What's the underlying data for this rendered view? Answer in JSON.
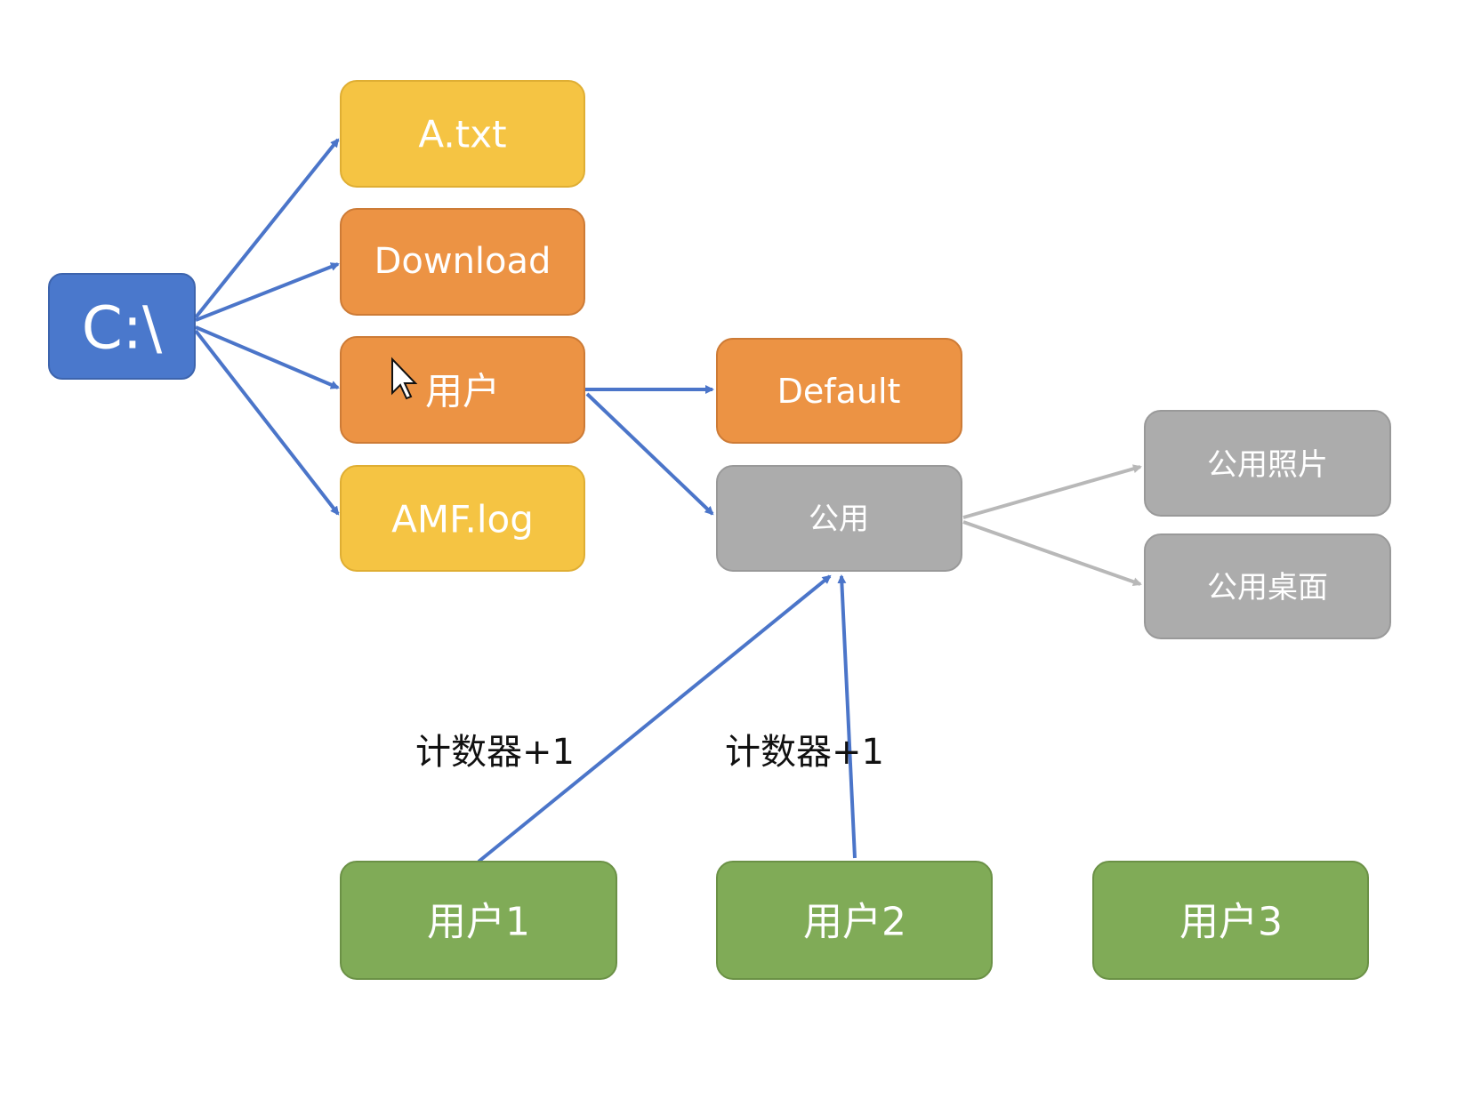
{
  "colors": {
    "root": "#4a78cc",
    "file": "#f5c443",
    "folder": "#ec9344",
    "shared": "#acacac",
    "user": "#80ab57",
    "arrow_blue": "#4b75c9",
    "arrow_gray": "#b8b8b8"
  },
  "nodes": {
    "root": "C:\\",
    "a_txt": "A.txt",
    "download": "Download",
    "users": "用户",
    "amf_log": "AMF.log",
    "default": "Default",
    "public": "公用",
    "public_photos": "公用照片",
    "public_desktop": "公用桌面",
    "user1": "用户1",
    "user2": "用户2",
    "user3": "用户3"
  },
  "annotations": {
    "counter_left": "计数器+1",
    "counter_right": "计数器+1"
  },
  "cursor": "arrow-cursor-icon"
}
